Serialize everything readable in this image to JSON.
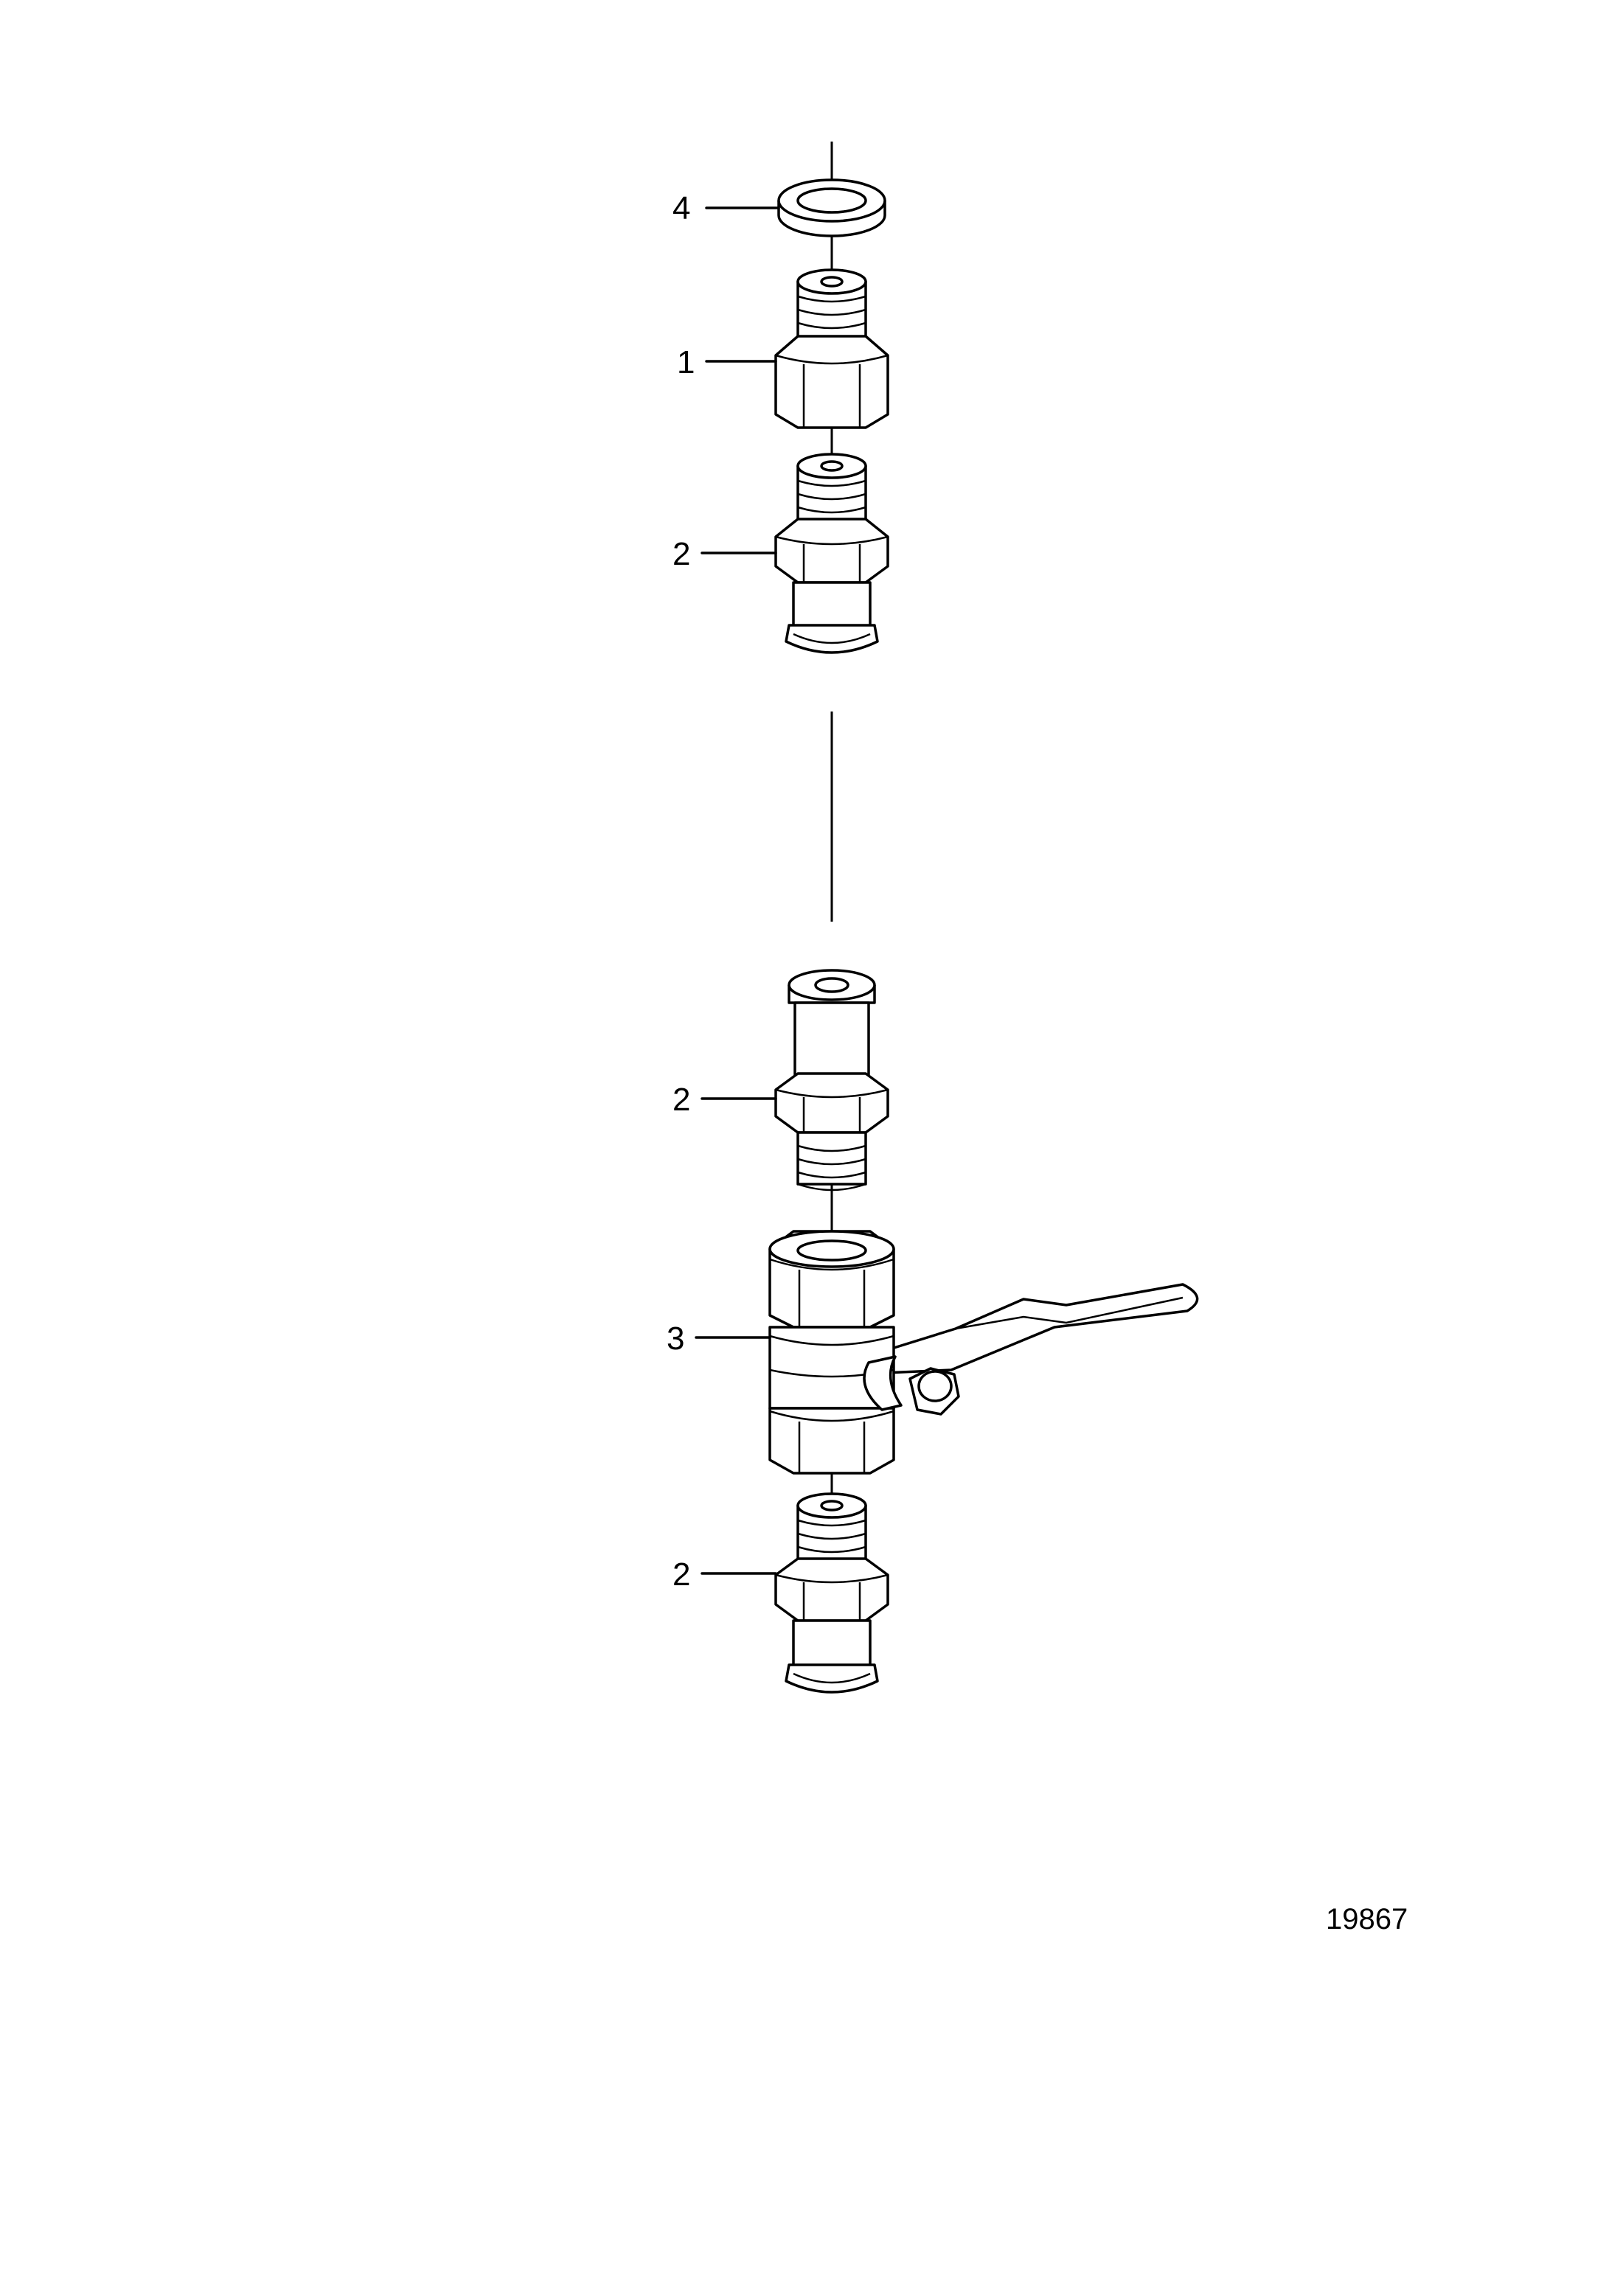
{
  "callouts": [
    {
      "id": "4"
    },
    {
      "id": "1"
    },
    {
      "id": "2"
    },
    {
      "id": "2"
    },
    {
      "id": "3"
    },
    {
      "id": "2"
    }
  ],
  "figure_number": "19867"
}
